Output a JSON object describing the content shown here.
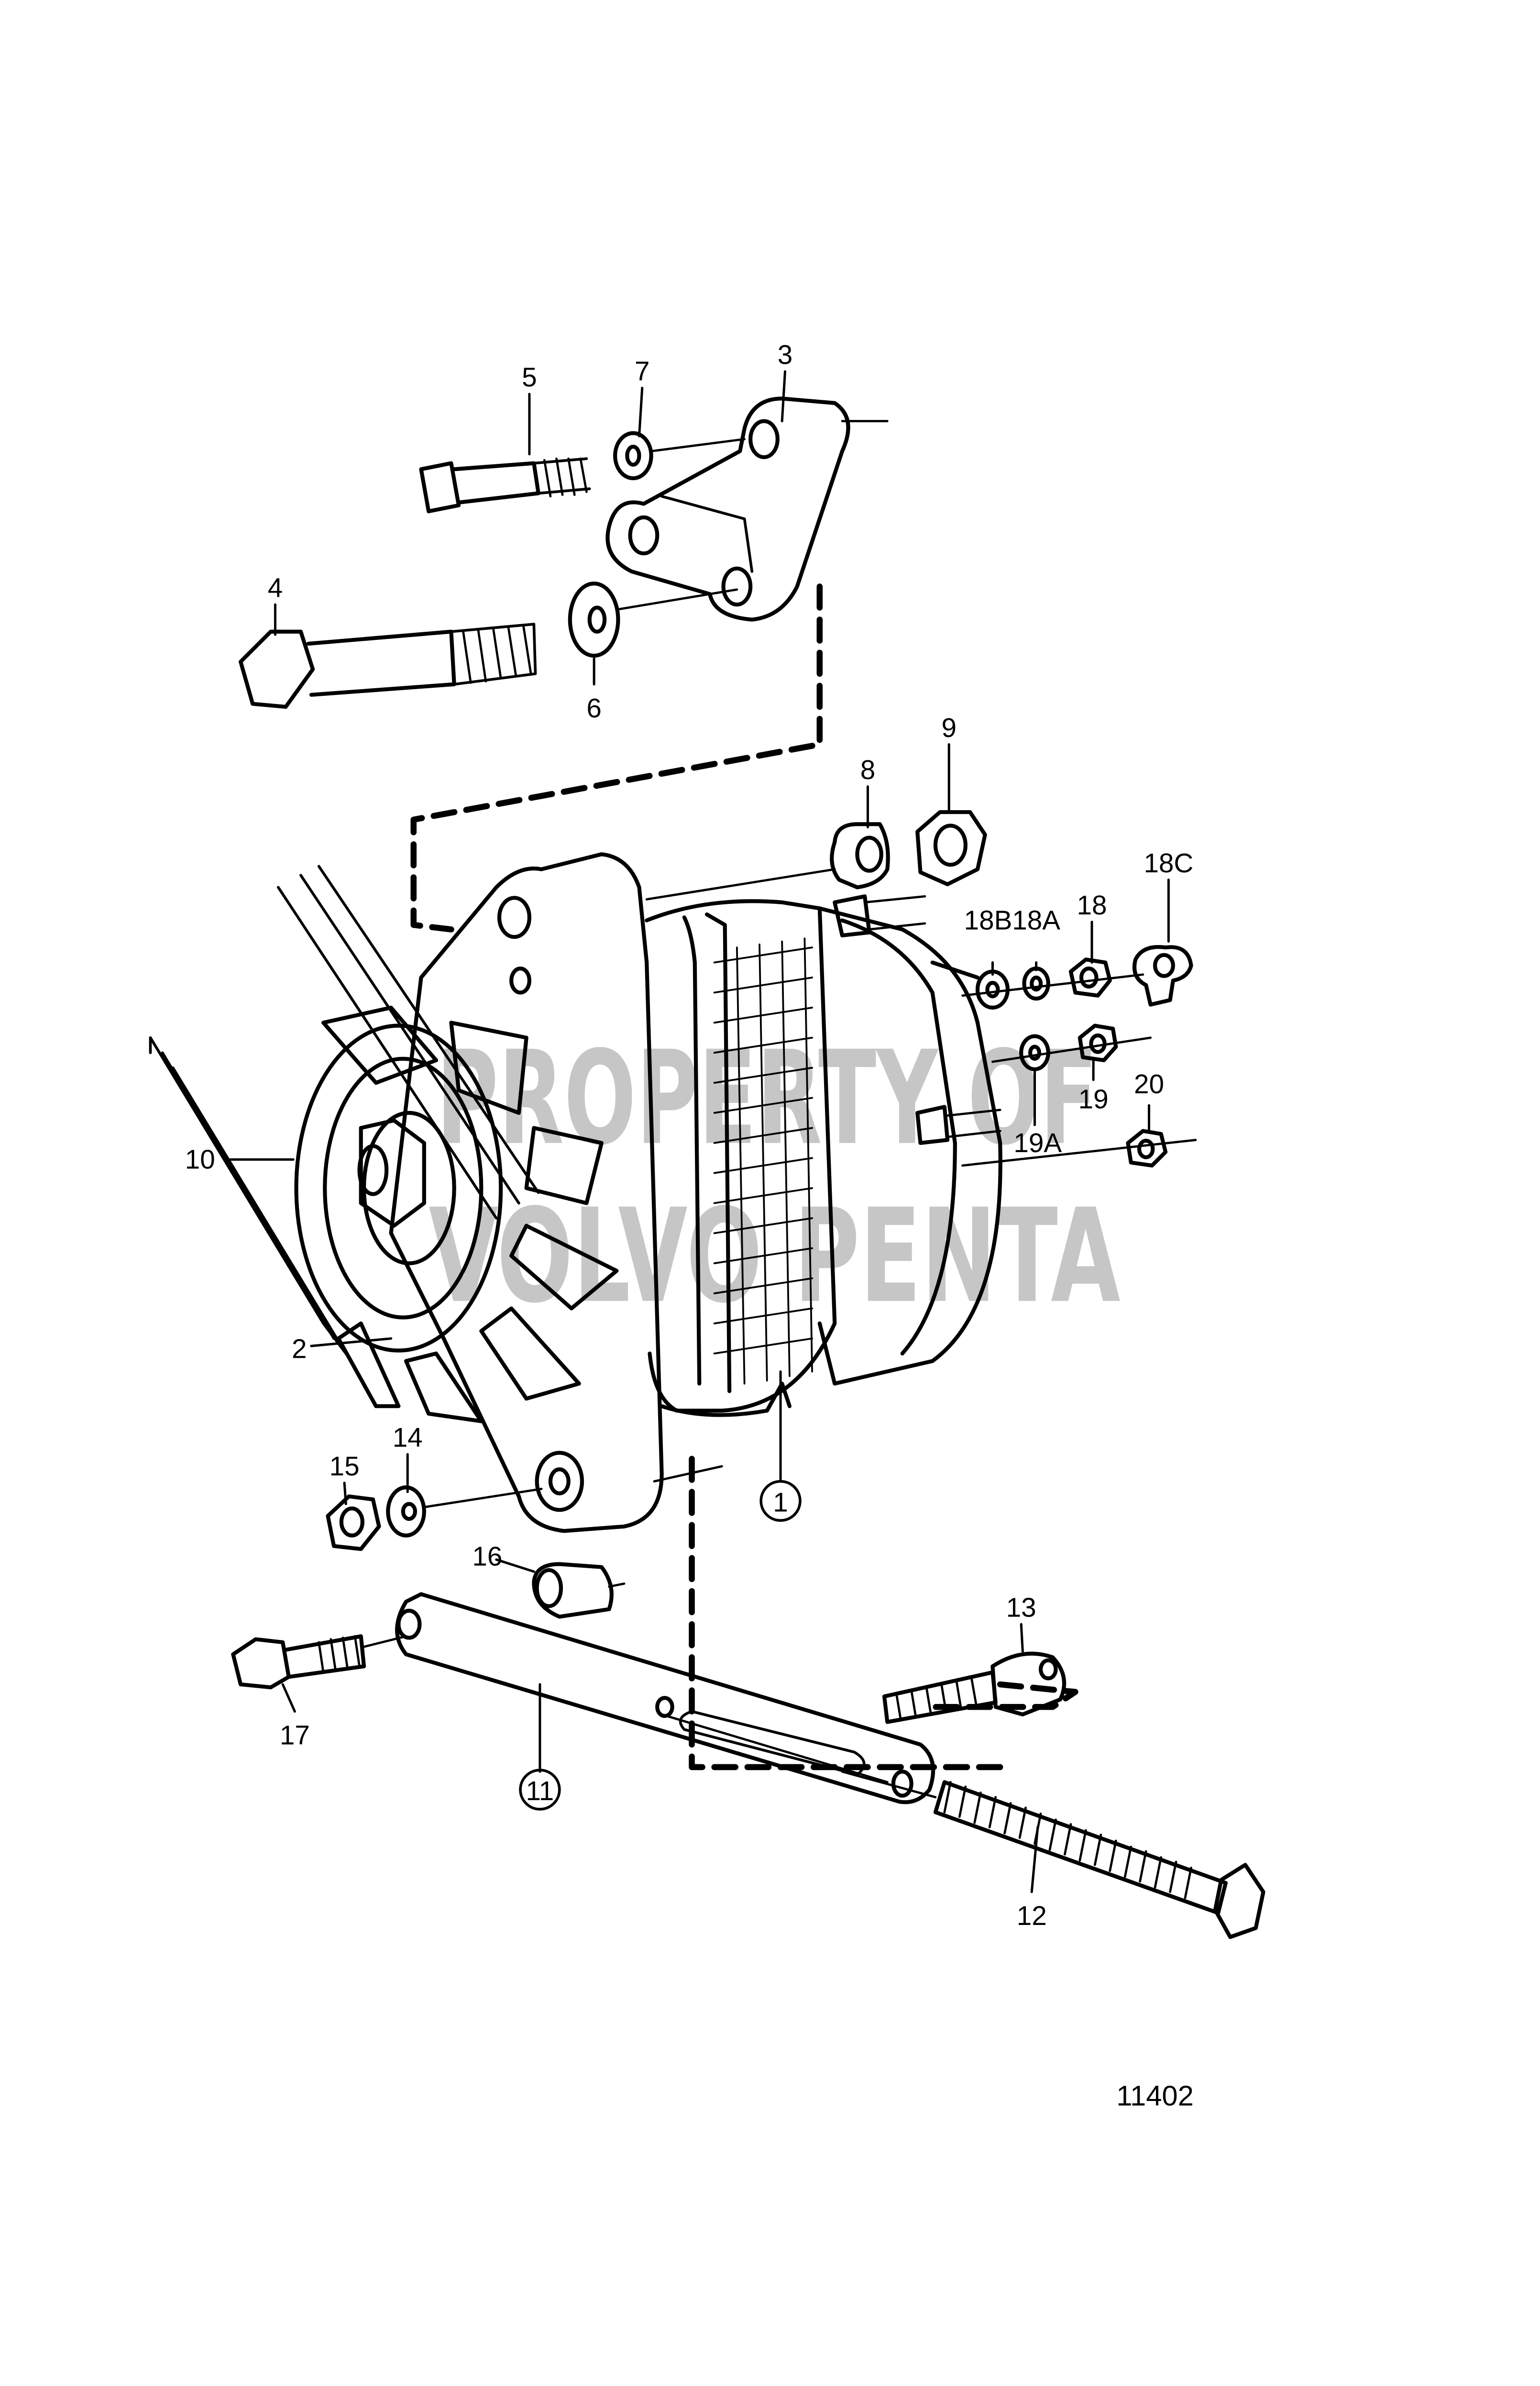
{
  "diagram": {
    "figure_number": "11402",
    "watermark_lines": [
      "PROPERTY OF",
      "VOLVO PENTA"
    ],
    "callouts": [
      {
        "id": "c1",
        "label": "1",
        "circled": true
      },
      {
        "id": "c2",
        "label": "2",
        "circled": false
      },
      {
        "id": "c3",
        "label": "3",
        "circled": false
      },
      {
        "id": "c4",
        "label": "4",
        "circled": false
      },
      {
        "id": "c5",
        "label": "5",
        "circled": false
      },
      {
        "id": "c6",
        "label": "6",
        "circled": false
      },
      {
        "id": "c7",
        "label": "7",
        "circled": false
      },
      {
        "id": "c8",
        "label": "8",
        "circled": false
      },
      {
        "id": "c9",
        "label": "9",
        "circled": false
      },
      {
        "id": "c10",
        "label": "10",
        "circled": false
      },
      {
        "id": "c11",
        "label": "11",
        "circled": true
      },
      {
        "id": "c12",
        "label": "12",
        "circled": false
      },
      {
        "id": "c13",
        "label": "13",
        "circled": false
      },
      {
        "id": "c14",
        "label": "14",
        "circled": false
      },
      {
        "id": "c15",
        "label": "15",
        "circled": false
      },
      {
        "id": "c16",
        "label": "16",
        "circled": false
      },
      {
        "id": "c17",
        "label": "17",
        "circled": false
      },
      {
        "id": "c18",
        "label": "18",
        "circled": false
      },
      {
        "id": "c18A",
        "label": "18A",
        "circled": false
      },
      {
        "id": "c18B",
        "label": "18B",
        "circled": false
      },
      {
        "id": "c18C",
        "label": "18C",
        "circled": false
      },
      {
        "id": "c19",
        "label": "19",
        "circled": false
      },
      {
        "id": "c19A",
        "label": "19A",
        "circled": false
      },
      {
        "id": "c20",
        "label": "20",
        "circled": false
      }
    ]
  }
}
